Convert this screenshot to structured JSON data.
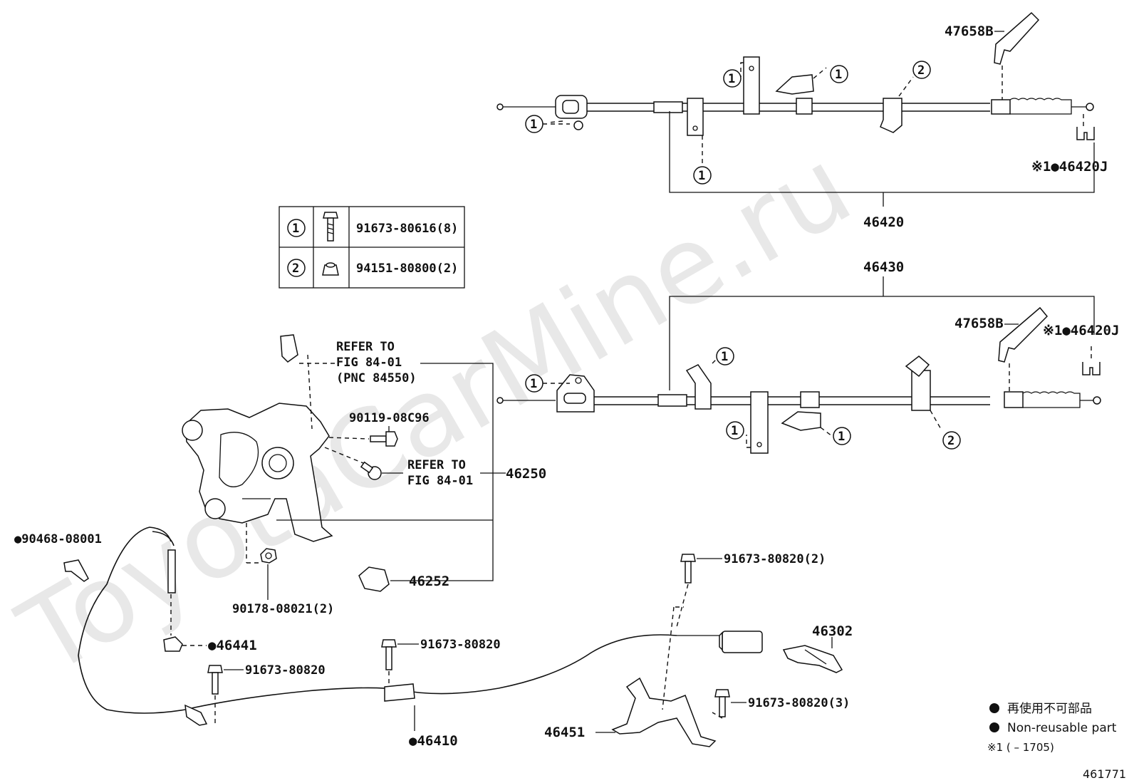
{
  "watermark": "ToyotaCarMine.ru",
  "diagram_id": "461771",
  "legend": {
    "mark": "●",
    "line_jp": "再使用不可部品",
    "line_en": "Non-reusable part",
    "footnote": "※1 (         – 1705)"
  },
  "fastener_table": {
    "rows": [
      {
        "index": "1",
        "part": "91673-80616(8)",
        "icon": "bolt-icon"
      },
      {
        "index": "2",
        "part": "94151-80800(2)",
        "icon": "nut-icon"
      }
    ]
  },
  "labels": {
    "p47658b_top": "47658B",
    "p46420j_top": "※1●46420J",
    "p46420": "46420",
    "p46430": "46430",
    "p47658b_mid": "47658B",
    "p46420j_mid": "※1●46420J",
    "refer_a1": "REFER TO",
    "refer_a2": "FIG 84-01",
    "refer_a3": "(PNC 84550)",
    "p90119": "90119-08C96",
    "refer_b1": "REFER TO",
    "refer_b2": "FIG 84-01",
    "p46250": "46250",
    "p90468": "●90468-08001",
    "p46252": "46252",
    "p90178": "90178-08021(2)",
    "p46441": "●46441",
    "p91673_a": "91673-80820",
    "p91673_b": "91673-80820",
    "p91673_2": "91673-80820(2)",
    "p46302": "46302",
    "p91673_3": "91673-80820(3)",
    "p46451": "46451",
    "p46410": "●46410"
  },
  "callouts": {
    "one": "1",
    "two": "2"
  }
}
